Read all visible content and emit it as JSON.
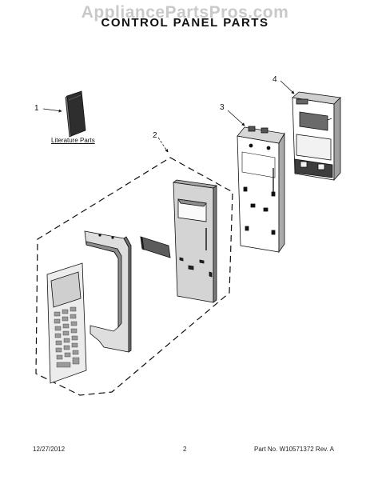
{
  "watermark": "AppliancePartsPros.com",
  "title": "CONTROL PANEL PARTS",
  "callouts": [
    "1",
    "2",
    "3",
    "4"
  ],
  "literature_label": "Literature Parts",
  "footer": {
    "date": "12/27/2012",
    "page": "2",
    "part": "Part No. W10571372  Rev. A"
  }
}
